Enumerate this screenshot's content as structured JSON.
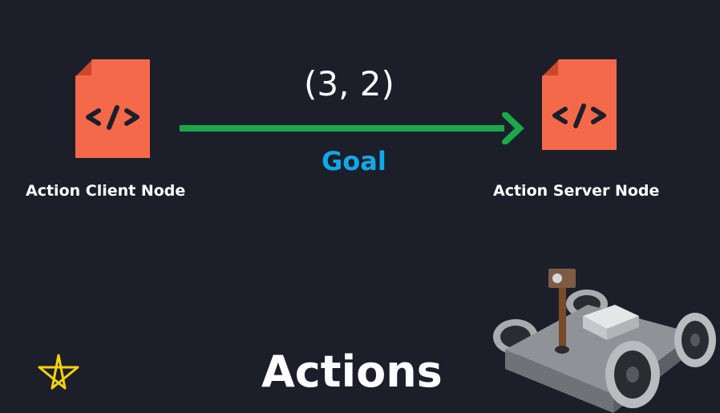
{
  "diagram": {
    "client": {
      "label": "Action Client Node",
      "icon": "code-file-icon"
    },
    "server": {
      "label": "Action Server Node",
      "icon": "code-file-icon"
    },
    "message": {
      "value": "(3, 2)",
      "type_label": "Goal"
    },
    "title": "Actions"
  },
  "colors": {
    "background": "#1c1f2a",
    "file_icon": "#f4694a",
    "arrow": "#1aa84a",
    "goal_text": "#12a8e8",
    "text": "#ffffff",
    "star": "#f5d20a"
  }
}
